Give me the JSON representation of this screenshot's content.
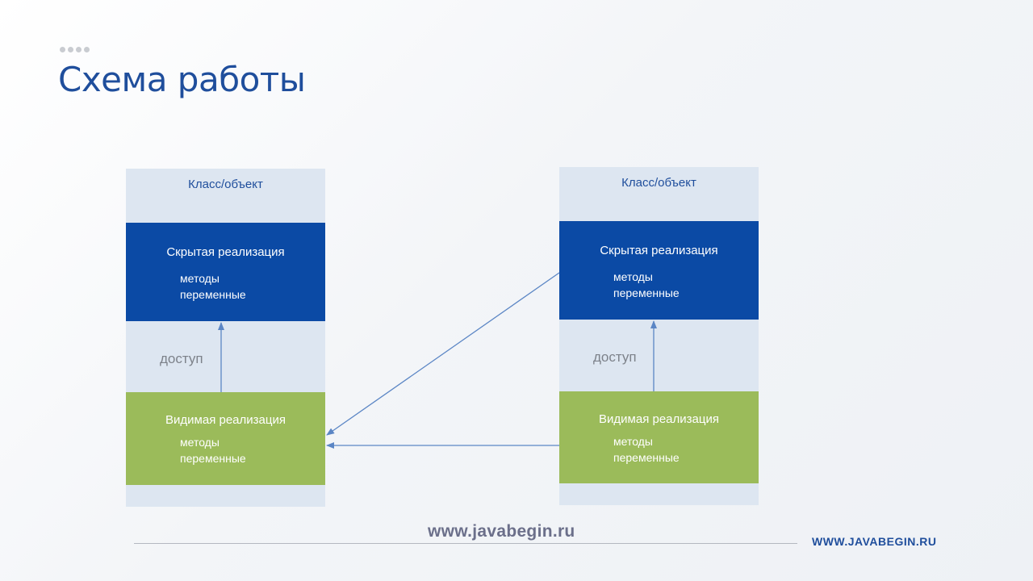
{
  "slide": {
    "title": "Схема работы",
    "watermark_url": "www.javabegin.ru",
    "footer_brand": "WWW.JAVABEGIN.RU"
  },
  "diagram": {
    "left": {
      "caption": "Класс/объект",
      "hidden": {
        "title": "Скрытая реализация",
        "line1": "методы",
        "line2": "переменные"
      },
      "access": "доступ",
      "visible": {
        "title": "Видимая реализация",
        "line1": "методы",
        "line2": "переменные"
      }
    },
    "right": {
      "caption": "Класс/объект",
      "hidden": {
        "title": "Скрытая реализация",
        "line1": "методы",
        "line2": "переменные"
      },
      "access": "доступ",
      "visible": {
        "title": "Видимая реализация",
        "line1": "методы",
        "line2": "переменные"
      }
    },
    "connections": [
      {
        "from": "left.visible",
        "to": "left.hidden",
        "label": "доступ"
      },
      {
        "from": "right.visible",
        "to": "right.hidden",
        "label": "доступ"
      },
      {
        "from": "right.hidden",
        "to": "left.visible"
      },
      {
        "from": "right.visible",
        "to": "left.visible"
      }
    ]
  },
  "colors": {
    "title": "#1f4e9c",
    "container": "#dde6f1",
    "hidden_panel": "#0b4aa5",
    "visible_panel": "#9bbb5a",
    "arrow": "#5b86c5"
  }
}
